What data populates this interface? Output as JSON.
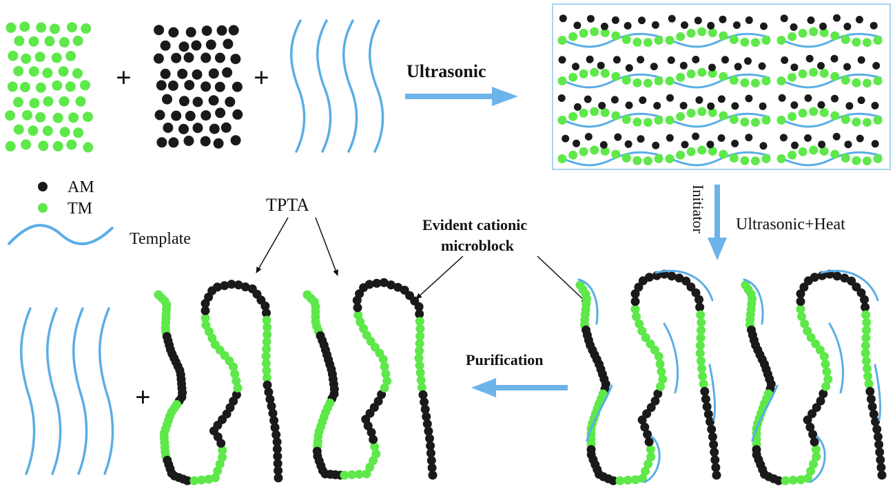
{
  "colors": {
    "am": "#1a1a1a",
    "tm": "#5ee84a",
    "template": "#5aaee6",
    "arrow": "#6db4ea",
    "box_border": "#a9d4ee",
    "text": "#111111"
  },
  "operators": {
    "plus": "+"
  },
  "arrows": {
    "ultrasonic": "Ultrasonic",
    "initiator": "Initiator",
    "ultrasonic_heat": "Ultrasonic+Heat",
    "purification": "Purification"
  },
  "legend": {
    "am": "AM",
    "tm": "TM",
    "template": "Template"
  },
  "annotations": {
    "tpta": "TPTA",
    "microblock_line1": "Evident cationic",
    "microblock_line2": "microblock"
  }
}
